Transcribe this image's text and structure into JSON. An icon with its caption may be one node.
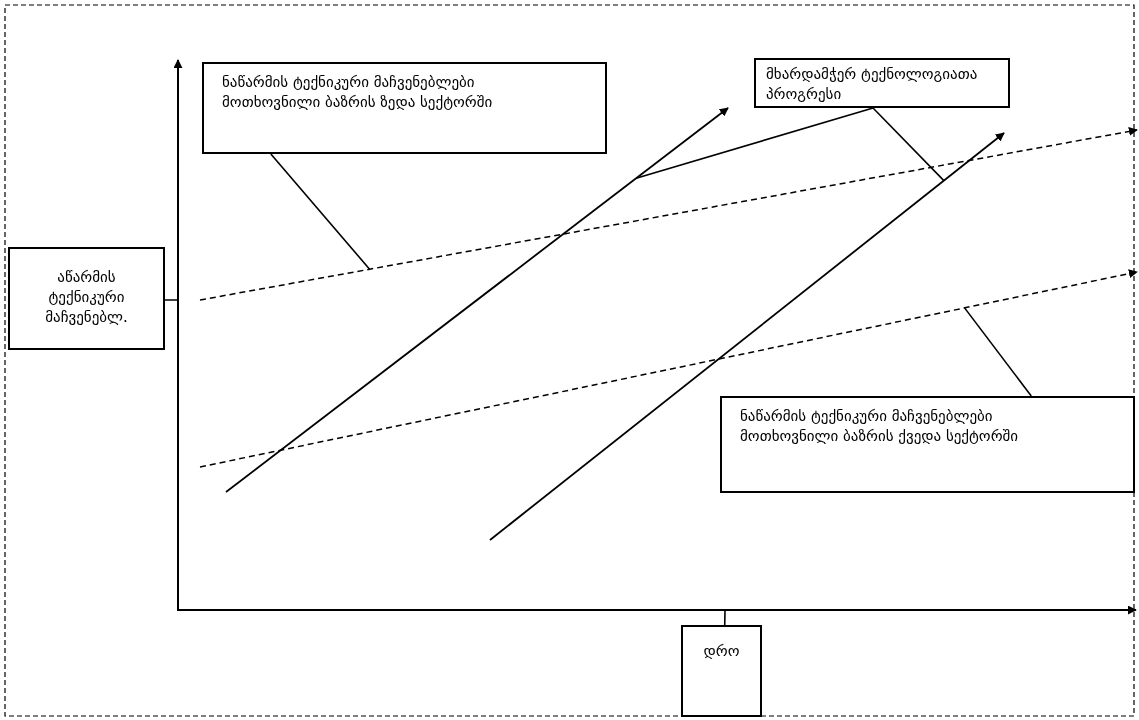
{
  "diagram": {
    "nodes": [
      {
        "text": [
          "ნაწარმის ტექნიკური მაჩვენებლები მოთხოვნილი ბაზრის ზედა სექტორში"
        ]
      },
      {
        "text": [
          "მხარდამჭერ ტექნოლოგიათა პროგრესი"
        ]
      },
      {
        "text": [
          "აწარმის ტექნიკური მაჩვენებლ."
        ]
      },
      {
        "text": [
          "ნაწარმის ტექნიკური მაჩვენებლები მოთხოვნილი ბაზრის ქვედა სექტორში"
        ]
      },
      {
        "text": [
          "დრო"
        ]
      },
      {
        "text": [],
        "shape": "line"
      },
      {
        "text": [],
        "shape": "line"
      },
      {
        "text": [],
        "shape": "line"
      },
      {
        "text": [],
        "shape": "line"
      }
    ],
    "edges": [
      {
        "from": 0,
        "to": 5,
        "arrow": "none"
      },
      {
        "from": 1,
        "to": 7,
        "arrow": "none"
      },
      {
        "from": 1,
        "to": 8,
        "arrow": "none"
      },
      {
        "from": 3,
        "to": 6,
        "arrow": "none"
      },
      {
        "from": 2,
        "to": null,
        "arrow": "none"
      },
      {
        "from": 4,
        "to": null,
        "arrow": "none"
      }
    ]
  }
}
